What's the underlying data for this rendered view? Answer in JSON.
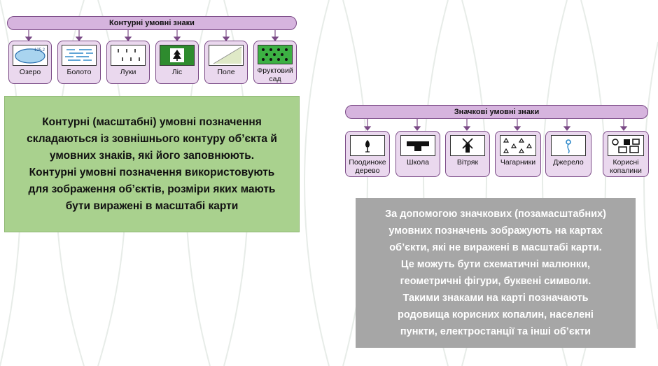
{
  "contour": {
    "title": "Контурні умовні знаки",
    "items": [
      {
        "label": "Озеро",
        "icon": "lake-icon"
      },
      {
        "label": "Болото",
        "icon": "swamp-icon"
      },
      {
        "label": "Луки",
        "icon": "meadow-icon"
      },
      {
        "label": "Ліс",
        "icon": "forest-icon"
      },
      {
        "label": "Поле",
        "icon": "field-icon"
      },
      {
        "label": "Фруктовий\nсад",
        "icon": "orchard-icon"
      }
    ],
    "lake_mark": "125,2",
    "description": "Контурні (масштабні) умовні позначення\nскладаються із зовнішнього контуру об’єкта й\nумовних знаків, які його заповнюють.\nКонтурні умовні позначення використовують\nдля зображення об’єктів, розміри яких мають\nбути виражені в масштабі карти"
  },
  "point": {
    "title": "Значкові умовні знаки",
    "items": [
      {
        "label": "Поодиноке\nдерево",
        "icon": "single-tree-icon"
      },
      {
        "label": "Школа",
        "icon": "school-icon"
      },
      {
        "label": "Вітряк",
        "icon": "windmill-icon"
      },
      {
        "label": "Чагарники",
        "icon": "shrubs-icon"
      },
      {
        "label": "Джерело",
        "icon": "spring-icon"
      },
      {
        "label": "Корисні\nкопалини",
        "icon": "minerals-icon"
      }
    ],
    "description": "За допомогою значкових (позамасштабних)\nумовних позначень зображують на картах\nоб’єкти, які не виражені в масштабі карти.\nЦе можуть бути схематичні малюнки,\nгеометричні фігури, буквені символи.\nТакими знаками на карті позначають\nродовища корисних копалин, населені\nпункти, електростанції та інші об’єкти"
  },
  "colors": {
    "frame": "#7a4a86",
    "bar_fill": "#d6b4de",
    "card_fill": "#ead8ee",
    "green_panel": "#a9d18e",
    "gray_panel": "#a6a6a6",
    "forest_green": "#2e8b2e",
    "orchard_green": "#3cb043",
    "lake_blue": "#a9d4ef",
    "spring_blue": "#2a86c8"
  }
}
